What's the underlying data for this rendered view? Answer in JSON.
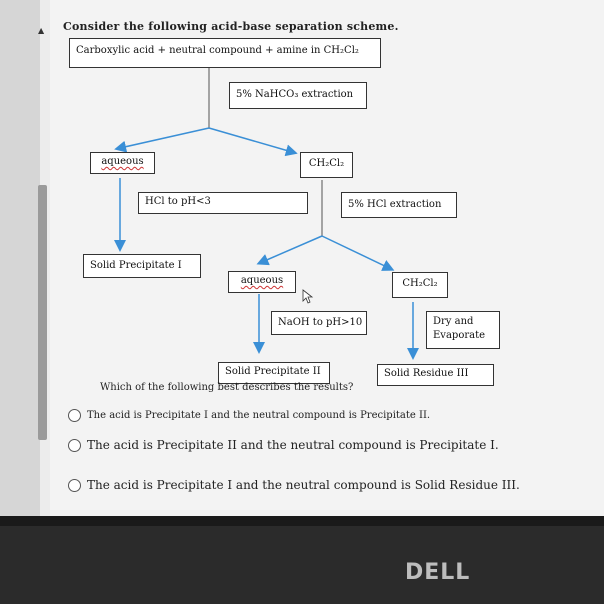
{
  "question": {
    "title": "Consider the following acid-base separation scheme.",
    "prompt": "Which of the following best describes the results?"
  },
  "scheme": {
    "start": "Carboxylic acid + neutral compound + amine in CH₂Cl₂",
    "step1": "5% NaHCO₃ extraction",
    "aqueous1": "aqueous",
    "organic1": "CH₂Cl₂",
    "acidify": "HCl to pH<3",
    "step2": "5% HCl extraction",
    "precip1": "Solid Precipitate I",
    "aqueous2": "aqueous",
    "organic2": "CH₂Cl₂",
    "basify": "NaOH to pH>10",
    "dry": "Dry and\nEvaporate",
    "precip2": "Solid Precipitate II",
    "residue3": "Solid Residue III"
  },
  "options": [
    "The acid is Precipitate I and the neutral compound is Precipitate II.",
    "The acid is Precipitate II and the neutral compound is Precipitate I.",
    "The acid is Precipitate I and the neutral compound is Solid Residue III."
  ],
  "device": {
    "brand": "DELL"
  },
  "colors": {
    "arrow": "#3a8fd6",
    "underline": "#cc3333"
  }
}
